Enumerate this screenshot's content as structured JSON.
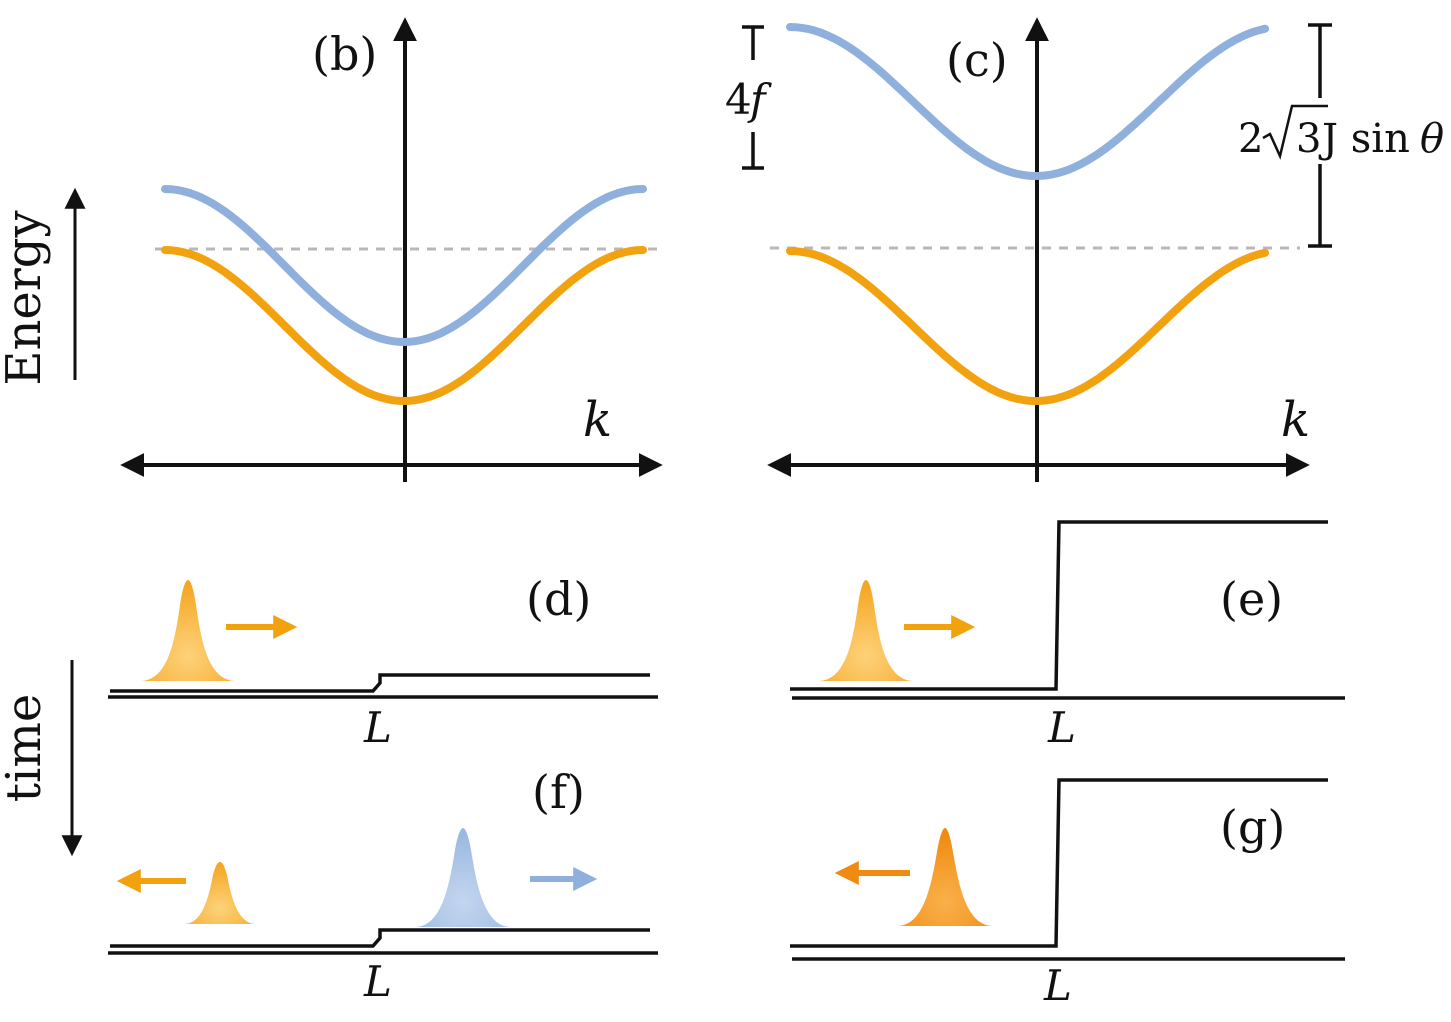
{
  "labels": {
    "energy": "Energy",
    "time": "time",
    "k": "k",
    "L": "L",
    "panel_b": "(b)",
    "panel_c": "(c)",
    "panel_d": "(d)",
    "panel_e": "(e)",
    "panel_f": "(f)",
    "panel_g": "(g)",
    "gap_4f_num": "4",
    "gap_4f_sym": "f",
    "gap_j_pre": "2",
    "gap_j_rad": "3",
    "gap_j_post": "J sin",
    "gap_j_theta": "θ"
  },
  "colors": {
    "upper_band": "#8fb0dc",
    "lower_band": "#f2a20f",
    "packet_orange": "#f5a623",
    "packet_orange_dark": "#f08a10",
    "packet_blue": "#9ab8e0",
    "axis": "#111111",
    "dashed_line": "#b8b8b8"
  }
}
